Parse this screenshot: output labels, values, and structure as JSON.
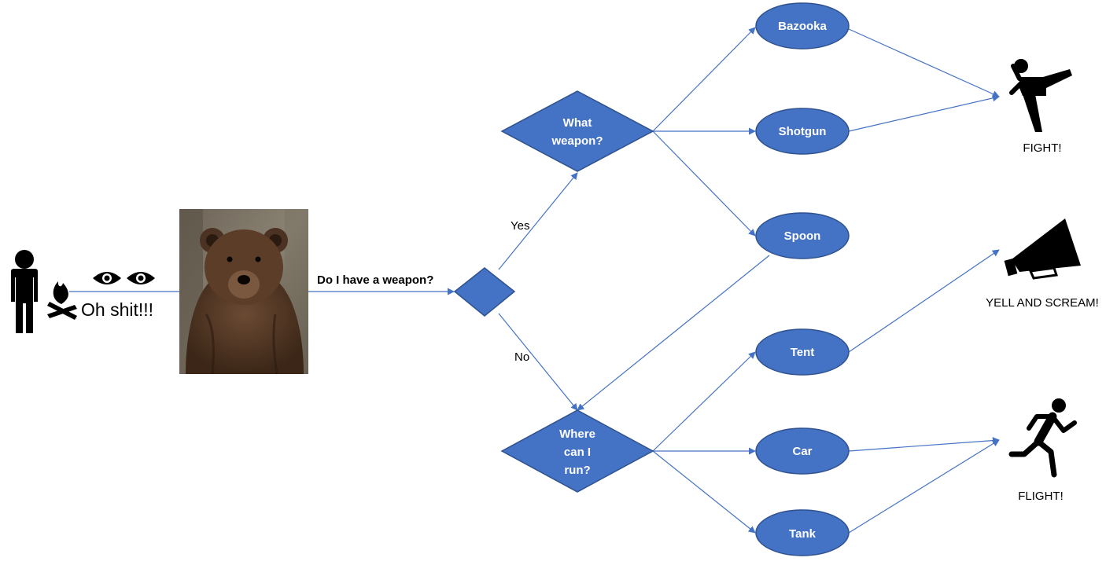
{
  "colors": {
    "node_fill": "#4472c4",
    "node_stroke": "#2f528f",
    "connector": "#4472c4",
    "icon": "#000000"
  },
  "start": {
    "person_icon": "standing-person-icon",
    "campfire_icon": "campfire-icon",
    "eyes_icon": "eyes-icon",
    "exclamation": "Oh shit!!!"
  },
  "bear_photo": {
    "icon": "brown-bear-photo"
  },
  "question": {
    "label": "Do I have a weapon?",
    "yes_label": "Yes",
    "no_label": "No"
  },
  "weapon_decision": {
    "line1": "What",
    "line2": "weapon?"
  },
  "run_decision": {
    "line1": "Where",
    "line2": "can I",
    "line3": "run?"
  },
  "options": {
    "bazooka": "Bazooka",
    "shotgun": "Shotgun",
    "spoon": "Spoon",
    "tent": "Tent",
    "car": "Car",
    "tank": "Tank"
  },
  "outcomes": {
    "fight": {
      "label": "FIGHT!",
      "icon": "martial-arts-kick-icon"
    },
    "yell": {
      "label": "YELL AND SCREAM!",
      "icon": "megaphone-icon"
    },
    "flight": {
      "label": "FLIGHT!",
      "icon": "running-person-icon"
    }
  }
}
